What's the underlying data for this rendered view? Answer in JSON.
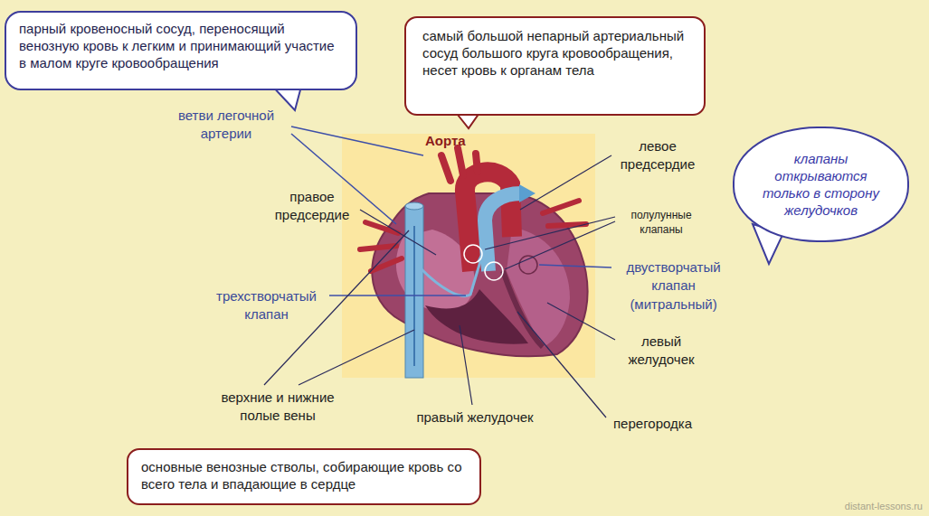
{
  "diagram": {
    "nodes": [
      {
        "text": [
          "парный кровеносный сосуд, переносящий венозную кровь к легким и принимающий участие в малом круге кровообращения"
        ]
      },
      {
        "text": [
          "самый большой непарный артериальный сосуд большого круга кровообращения, несет кровь к органам тела"
        ]
      },
      {
        "text": [
          "клапаны открываются только в сторону желудочков"
        ]
      },
      {
        "text": [
          "основные венозные стволы, собирающие кровь со всего тела и впадающие в сердце"
        ]
      }
    ],
    "labels": [
      "ветви легочной артерии",
      "Аорта",
      "левое предсердие",
      "правое предсердие",
      "полулунные клапаны",
      "двустворчатый клапан (митральный)",
      "трехстворчатый клапан",
      "левый желудочек",
      "верхние и нижние полые вены",
      "правый желудочек",
      "перегородка",
      "distant-lessons.ru"
    ]
  }
}
